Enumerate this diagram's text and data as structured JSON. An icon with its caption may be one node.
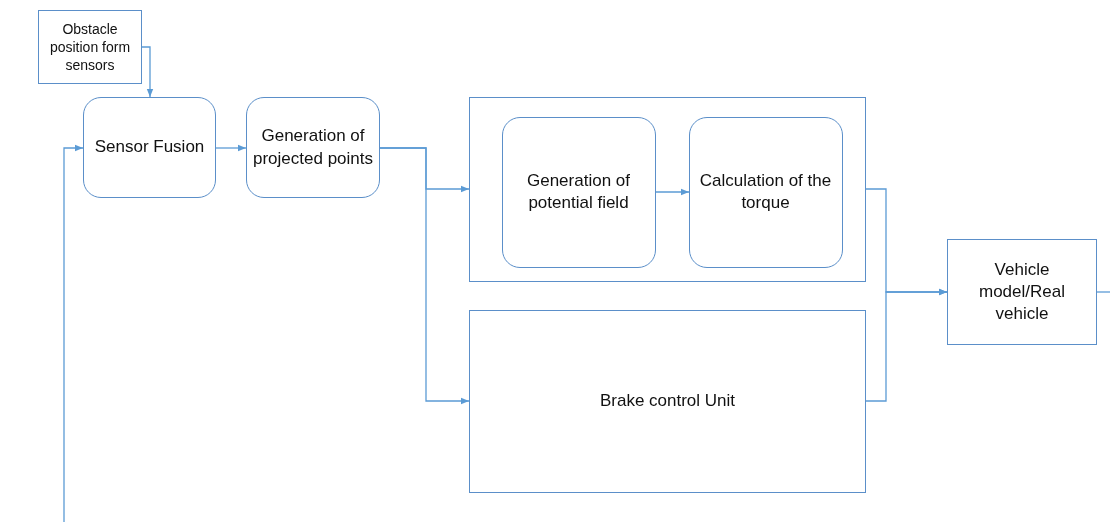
{
  "diagram": {
    "nodes": [
      {
        "text": [
          "Obstacle position form sensors"
        ]
      },
      {
        "text": [
          "Sensor Fusion"
        ]
      },
      {
        "text": [
          "Generation of projected points"
        ]
      },
      {
        "text": [],
        "shape": "box"
      },
      {
        "text": [
          "Generation of potential field"
        ],
        "in": 3
      },
      {
        "text": [
          "Calculation of the torque"
        ],
        "in": 3
      },
      {
        "text": [
          "Brake control Unit"
        ]
      },
      {
        "text": [
          "Vehicle model/Real vehicle"
        ]
      }
    ],
    "edges": [
      {
        "from": 0,
        "to": 1,
        "arrow": "to"
      },
      {
        "from": null,
        "to": 1,
        "arrow": "to"
      },
      {
        "from": 1,
        "to": 2,
        "arrow": "to"
      },
      {
        "from": 2,
        "to": 3,
        "arrow": "to"
      },
      {
        "from": 2,
        "to": 6,
        "arrow": "to"
      },
      {
        "from": 4,
        "to": 5,
        "arrow": "to"
      },
      {
        "from": 3,
        "to": 7,
        "arrow": "to"
      },
      {
        "from": 6,
        "to": 7,
        "arrow": "to"
      },
      {
        "from": 7,
        "to": null,
        "arrow": "none"
      }
    ]
  }
}
